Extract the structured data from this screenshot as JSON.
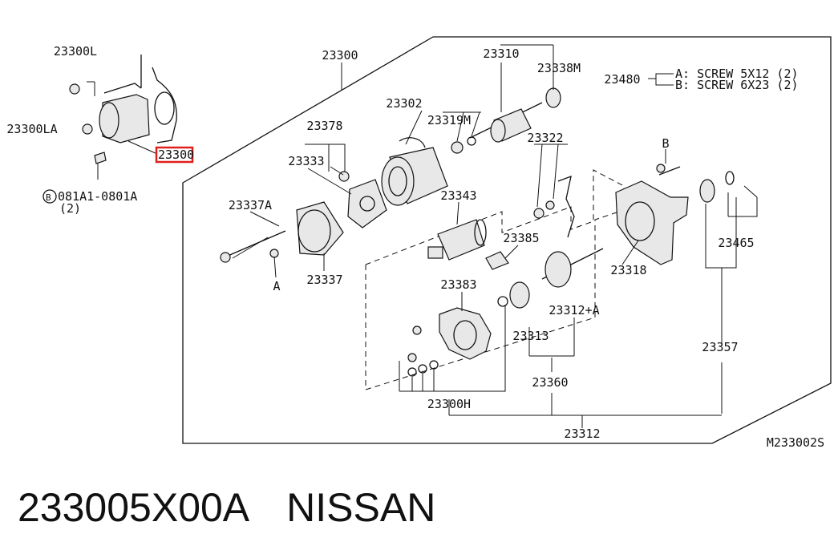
{
  "diagram": {
    "callouts": {
      "c23300L": "23300L",
      "c23300LA": "23300LA",
      "c23300_highlight": "23300",
      "bolt_code": "081A1-0801A",
      "bolt_qty": "(2)",
      "bolt_circle": "B",
      "c23300": "23300",
      "c23310": "23310",
      "c23338M": "23338M",
      "c23302": "23302",
      "c23319M": "23319M",
      "c23378": "23378",
      "c23333": "23333",
      "c23322": "23322",
      "c23343": "23343",
      "c23337A": "23337A",
      "c23385": "23385",
      "c23337": "23337",
      "c23318": "23318",
      "c23465": "23465",
      "c23383": "23383",
      "c23312A": "23312+A",
      "c23313": "23313",
      "c23357": "23357",
      "c23360": "23360",
      "c23300H": "23300H",
      "c23312": "23312",
      "c23480": "23480",
      "screw_a": "A: SCREW 5X12 (2)",
      "screw_b": "B: SCREW 6X23 (2)",
      "ref_a": "A",
      "ref_b": "B",
      "figure_code": "M233002S"
    },
    "highlight_color": "#e0201c"
  },
  "caption": {
    "part_number": "233005X00A",
    "brand": "NISSAN"
  }
}
